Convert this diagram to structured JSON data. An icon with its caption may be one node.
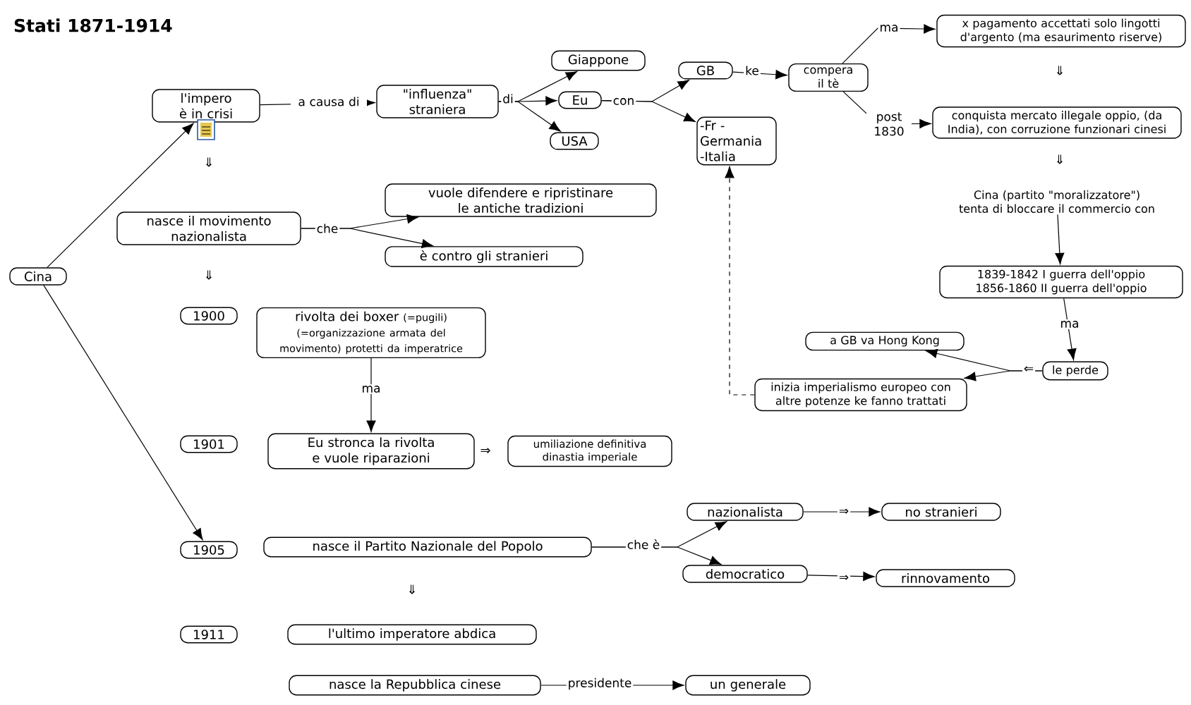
{
  "diagram": {
    "title": "Stati 1871-1914",
    "nodes": [
      {
        "text": [
          "Cina"
        ]
      },
      {
        "text": [
          "l'impero è in crisi"
        ]
      },
      {
        "text": [
          "\"influenza\" straniera"
        ]
      },
      {
        "text": [
          "Giappone"
        ]
      },
      {
        "text": [
          "Eu"
        ]
      },
      {
        "text": [
          "USA"
        ]
      },
      {
        "text": [
          "GB"
        ]
      },
      {
        "text": [
          "-Fr -Germania -Italia"
        ]
      },
      {
        "text": [
          "compera il tè"
        ]
      },
      {
        "text": [
          "x pagamento accettati solo lingotti d'argento (ma esaurimento riserve)"
        ]
      },
      {
        "text": [
          "conquista mercato illegale oppio, (da India), con corruzione funzionari cinesi"
        ]
      },
      {
        "text": [
          "Cina (partito \"moralizzatore\") tenta di bloccare il commercio con"
        ]
      },
      {
        "text": [
          "1839-1842 I guerra dell'oppio 1856-1860 II guerra dell'oppio"
        ]
      },
      {
        "text": [
          "le perde"
        ]
      },
      {
        "text": [
          "a GB va Hong Kong"
        ]
      },
      {
        "text": [
          "inizia imperialismo europeo con altre potenze ke fanno trattati"
        ]
      },
      {
        "text": [
          "nasce il movimento nazionalista"
        ]
      },
      {
        "text": [
          "vuole difendere e ripristinare le antiche tradizioni"
        ]
      },
      {
        "text": [
          "è contro gli stranieri"
        ]
      },
      {
        "text": [
          "1900"
        ]
      },
      {
        "text": [
          "rivolta dei boxer",
          "(=pugili) (=organizzazione armata del movimento) protetti da imperatrice"
        ]
      },
      {
        "text": [
          "1901"
        ]
      },
      {
        "text": [
          "Eu stronca la rivolta e vuole riparazioni"
        ]
      },
      {
        "text": [
          "umiliazione definitiva dinastia imperiale"
        ]
      },
      {
        "text": [
          "1905"
        ]
      },
      {
        "text": [
          "nasce il Partito Nazionale del Popolo"
        ]
      },
      {
        "text": [
          "nazionalista"
        ]
      },
      {
        "text": [
          "democratico"
        ]
      },
      {
        "text": [
          "no stranieri"
        ]
      },
      {
        "text": [
          "rinnovamento"
        ]
      },
      {
        "text": [
          "1911"
        ]
      },
      {
        "text": [
          "l'ultimo imperatore abdica"
        ]
      },
      {
        "text": [
          "nasce la Repubblica cinese"
        ]
      },
      {
        "text": [
          "un generale"
        ]
      }
    ],
    "edges": [
      {
        "from": 0,
        "to": 1,
        "arrow": "to"
      },
      {
        "from": 0,
        "to": 24,
        "arrow": "to"
      },
      {
        "from": 1,
        "to": 2,
        "arrow": "to",
        "label": "a causa di"
      },
      {
        "from": 2,
        "to": 3,
        "arrow": "to",
        "label": "di"
      },
      {
        "from": 2,
        "to": 4,
        "arrow": "to"
      },
      {
        "from": 2,
        "to": 5,
        "arrow": "to"
      },
      {
        "from": 4,
        "to": 6,
        "arrow": "to",
        "label": "con"
      },
      {
        "from": 4,
        "to": 7,
        "arrow": "to"
      },
      {
        "from": 6,
        "to": 8,
        "arrow": "to",
        "label": "ke"
      },
      {
        "from": 8,
        "to": 9,
        "arrow": "to",
        "label": "ma"
      },
      {
        "from": 8,
        "to": 10,
        "arrow": "to",
        "label": "post 1830"
      },
      {
        "from": 11,
        "to": 12,
        "arrow": "to"
      },
      {
        "from": 12,
        "to": 13,
        "arrow": "to",
        "label": "ma"
      },
      {
        "from": 13,
        "to": 14,
        "arrow": "to",
        "label": "⇐"
      },
      {
        "from": 13,
        "to": 15,
        "arrow": "to"
      },
      {
        "from": 15,
        "to": 7,
        "arrow": "to",
        "style": "dashed"
      },
      {
        "from": 16,
        "to": 17,
        "arrow": "to",
        "label": "che"
      },
      {
        "from": 16,
        "to": 18,
        "arrow": "to"
      },
      {
        "from": 20,
        "to": 22,
        "arrow": "to",
        "label": "ma"
      },
      {
        "from": 25,
        "to": 26,
        "arrow": "to",
        "label": "che è"
      },
      {
        "from": 25,
        "to": 27,
        "arrow": "to"
      },
      {
        "from": 26,
        "to": 28,
        "arrow": "to",
        "label": "⇒"
      },
      {
        "from": 27,
        "to": 29,
        "arrow": "to",
        "label": "⇒"
      },
      {
        "from": 32,
        "to": 33,
        "arrow": "to",
        "label": "presidente"
      }
    ],
    "labels": [
      "⇓",
      "⇓",
      "⇓",
      "⇓",
      "⇒",
      "⇓"
    ]
  }
}
